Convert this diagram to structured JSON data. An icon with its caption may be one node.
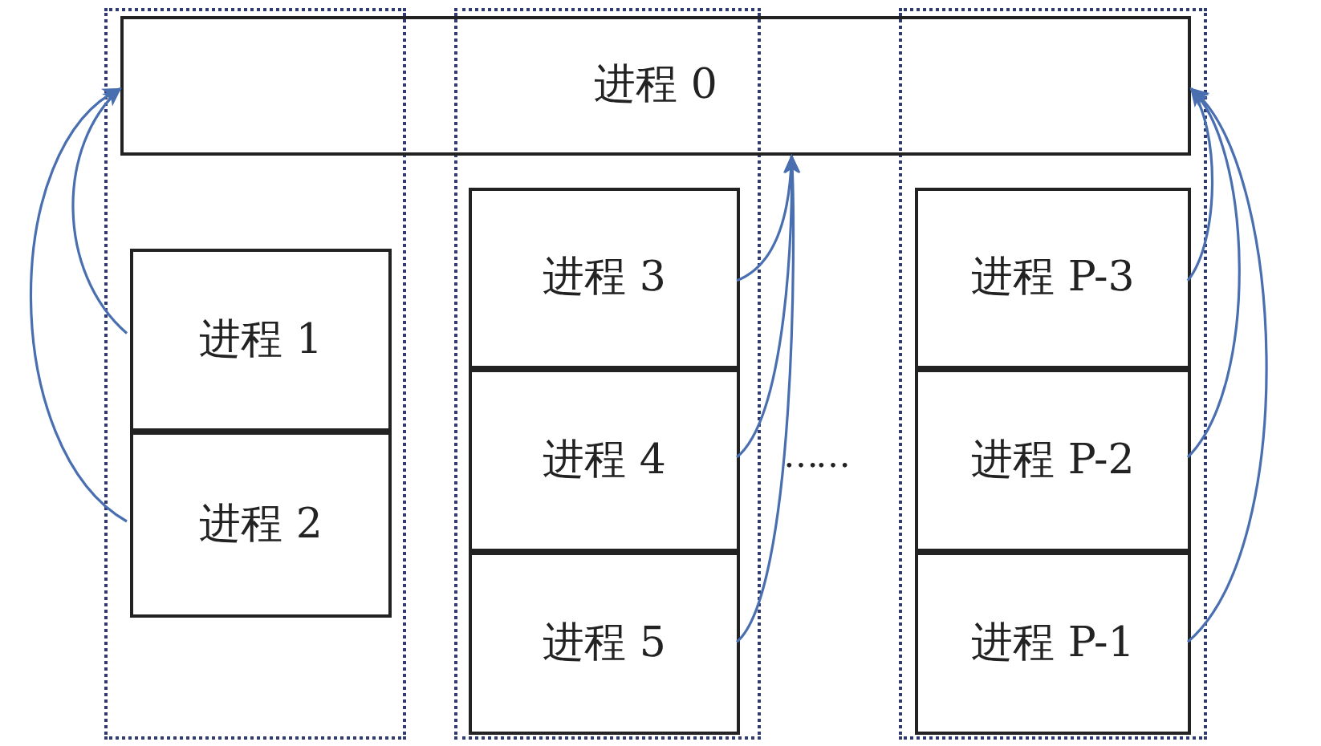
{
  "diagram": {
    "nodes": [
      {
        "text": [],
        "shape": "box"
      },
      {
        "text": [],
        "shape": "box"
      },
      {
        "text": [],
        "shape": "box"
      },
      {
        "text": [
          "进程 0"
        ]
      },
      {
        "text": [
          "进程 1"
        ],
        "in": 0
      },
      {
        "text": [
          "进程 2"
        ],
        "in": 0
      },
      {
        "text": [
          "进程 3"
        ],
        "in": 1
      },
      {
        "text": [
          "进程 4"
        ],
        "in": 1
      },
      {
        "text": [
          "进程 5"
        ],
        "in": 1
      },
      {
        "text": [
          "进程 P-3"
        ],
        "in": 2
      },
      {
        "text": [
          "进程 P-2"
        ],
        "in": 2
      },
      {
        "text": [
          "进程 P-1"
        ],
        "in": 2
      }
    ],
    "edges": [
      {
        "from": 4,
        "to": 3,
        "arrow": "to"
      },
      {
        "from": 5,
        "to": 3,
        "arrow": "to"
      },
      {
        "from": 6,
        "to": 3,
        "arrow": "to"
      },
      {
        "from": 7,
        "to": 3,
        "arrow": "to"
      },
      {
        "from": 8,
        "to": 3,
        "arrow": "to"
      },
      {
        "from": 9,
        "to": 3,
        "arrow": "to"
      },
      {
        "from": 10,
        "to": 3,
        "arrow": "to"
      },
      {
        "from": 11,
        "to": 3,
        "arrow": "to"
      }
    ],
    "labels": [
      "……"
    ]
  }
}
